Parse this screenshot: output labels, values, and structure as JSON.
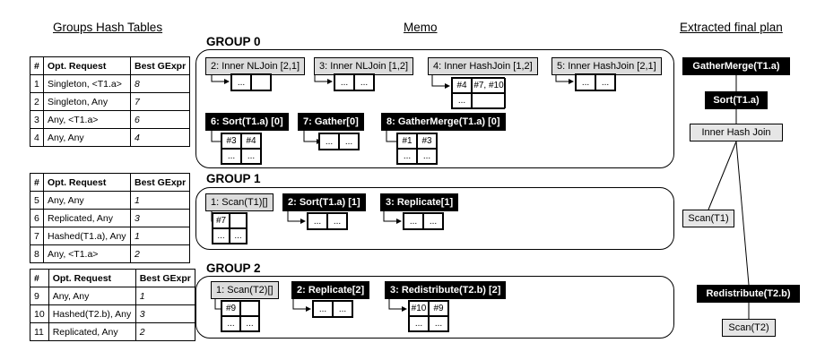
{
  "headers": {
    "groups_hash_tables": "Groups Hash Tables",
    "memo": "Memo",
    "extracted_final_plan": "Extracted final plan"
  },
  "hash_tables": [
    {
      "columns": [
        "#",
        "Opt. Request",
        "Best GExpr"
      ],
      "rows": [
        [
          "1",
          "Singleton, <T1.a>",
          "8"
        ],
        [
          "2",
          "Singleton, Any",
          "7"
        ],
        [
          "3",
          "Any, <T1.a>",
          "6"
        ],
        [
          "4",
          "Any, Any",
          "4"
        ]
      ]
    },
    {
      "columns": [
        "#",
        "Opt. Request",
        "Best GExpr"
      ],
      "rows": [
        [
          "5",
          "Any, Any",
          "1"
        ],
        [
          "6",
          "Replicated, Any",
          "3"
        ],
        [
          "7",
          "Hashed(T1.a), Any",
          "1"
        ],
        [
          "8",
          "Any, <T1.a>",
          "2"
        ]
      ]
    },
    {
      "columns": [
        "#",
        "Opt. Request",
        "Best GExpr"
      ],
      "rows": [
        [
          "9",
          "Any, Any",
          "1"
        ],
        [
          "10",
          "Hashed(T2.b), Any",
          "3"
        ],
        [
          "11",
          "Replicated, Any",
          "2"
        ]
      ]
    }
  ],
  "memo": {
    "groups": [
      {
        "label": "GROUP 0",
        "gexprs": [
          {
            "label": "2: Inner NLJoin [2,1]",
            "style": "light",
            "cells": [
              "...",
              ""
            ]
          },
          {
            "label": "3: Inner NLJoin [1,2]",
            "style": "light",
            "cells": [
              "...",
              "..."
            ]
          },
          {
            "label": "4: Inner HashJoin [1,2]",
            "style": "light",
            "cells": [
              "#4",
              "#7, #10",
              "...",
              ""
            ]
          },
          {
            "label": "5: Inner HashJoin [2,1]",
            "style": "light",
            "cells": [
              "...",
              "..."
            ]
          },
          {
            "label": "6: Sort(T1.a) [0]",
            "style": "dark",
            "cells": [
              "#3",
              "#4",
              "...",
              "..."
            ]
          },
          {
            "label": "7: Gather[0]",
            "style": "dark",
            "cells": [
              "...",
              "..."
            ]
          },
          {
            "label": "8: GatherMerge(T1.a) [0]",
            "style": "dark",
            "cells": [
              "#1",
              "#3",
              "...",
              "..."
            ]
          }
        ]
      },
      {
        "label": "GROUP 1",
        "gexprs": [
          {
            "label": "1: Scan(T1)[]",
            "style": "light",
            "cells": [
              "#7",
              "",
              "...",
              "..."
            ]
          },
          {
            "label": "2: Sort(T1.a) [1]",
            "style": "dark",
            "cells": [
              "...",
              "..."
            ]
          },
          {
            "label": "3: Replicate[1]",
            "style": "dark",
            "cells": [
              "...",
              "..."
            ]
          }
        ]
      },
      {
        "label": "GROUP 2",
        "gexprs": [
          {
            "label": "1: Scan(T2)[]",
            "style": "light",
            "cells": [
              "#9",
              "",
              "...",
              "..."
            ]
          },
          {
            "label": "2: Replicate[2]",
            "style": "dark",
            "cells": [
              "...",
              "..."
            ]
          },
          {
            "label": "3: Redistribute(T2.b) [2]",
            "style": "dark",
            "cells": [
              "#10",
              "#9",
              "...",
              "..."
            ]
          }
        ]
      }
    ]
  },
  "plan": {
    "nodes": [
      {
        "label": "GatherMerge(T1.a)",
        "style": "dark"
      },
      {
        "label": "Sort(T1.a)",
        "style": "dark"
      },
      {
        "label": "Inner Hash Join",
        "style": "light"
      },
      {
        "label": "Scan(T1)",
        "style": "light"
      },
      {
        "label": "Redistribute(T2.b)",
        "style": "dark"
      },
      {
        "label": "Scan(T2)",
        "style": "light"
      }
    ]
  },
  "colors": {
    "dark_fill": "#000000",
    "light_fill": "#dcdcdc",
    "text_on_dark": "#ffffff"
  }
}
